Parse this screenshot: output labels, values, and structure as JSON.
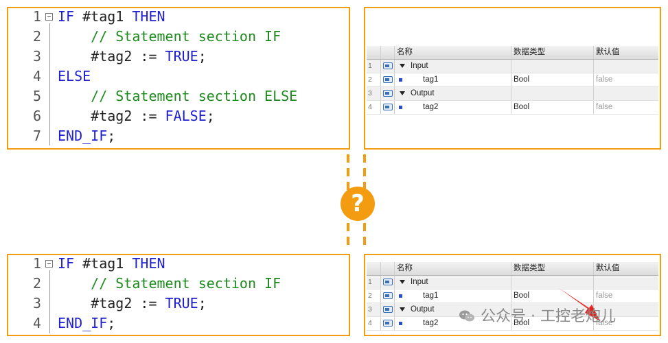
{
  "code_top": {
    "lines": [
      {
        "n": "1",
        "parts": [
          [
            "kw",
            "IF "
          ],
          [
            "tx",
            "#tag1 "
          ],
          [
            "kw",
            "THEN"
          ]
        ],
        "fold": true
      },
      {
        "n": "2",
        "parts": [
          [
            "tx",
            "    "
          ],
          [
            "cm",
            "// Statement section IF"
          ]
        ]
      },
      {
        "n": "3",
        "parts": [
          [
            "tx",
            "    #tag2 := "
          ],
          [
            "tv",
            "TRUE"
          ],
          [
            "tx",
            ";"
          ]
        ]
      },
      {
        "n": "4",
        "parts": [
          [
            "kw",
            "ELSE"
          ]
        ]
      },
      {
        "n": "5",
        "parts": [
          [
            "tx",
            "    "
          ],
          [
            "cm",
            "// Statement section ELSE"
          ]
        ]
      },
      {
        "n": "6",
        "parts": [
          [
            "tx",
            "    #tag2 := "
          ],
          [
            "tv",
            "FALSE"
          ],
          [
            "tx",
            ";"
          ]
        ]
      },
      {
        "n": "7",
        "parts": [
          [
            "kw",
            "END_IF"
          ],
          [
            "tx",
            ";"
          ]
        ]
      }
    ]
  },
  "code_bottom": {
    "lines": [
      {
        "n": "1",
        "parts": [
          [
            "kw",
            "IF "
          ],
          [
            "tx",
            "#tag1 "
          ],
          [
            "kw",
            "THEN"
          ]
        ],
        "fold": true
      },
      {
        "n": "2",
        "parts": [
          [
            "tx",
            "    "
          ],
          [
            "cm",
            "// Statement section IF"
          ]
        ]
      },
      {
        "n": "3",
        "parts": [
          [
            "tx",
            "    #tag2 := "
          ],
          [
            "tv",
            "TRUE"
          ],
          [
            "tx",
            ";"
          ]
        ]
      },
      {
        "n": "4",
        "parts": [
          [
            "kw",
            "END_IF"
          ],
          [
            "tx",
            ";"
          ]
        ]
      }
    ]
  },
  "table_headers": {
    "name": "名称",
    "type": "数据类型",
    "default": "默认值"
  },
  "table_top": [
    {
      "n": "1",
      "name": "Input",
      "type": "",
      "default": "",
      "section": true
    },
    {
      "n": "2",
      "name": "tag1",
      "type": "Bool",
      "default": "false",
      "section": false
    },
    {
      "n": "3",
      "name": "Output",
      "type": "",
      "default": "",
      "section": true
    },
    {
      "n": "4",
      "name": "tag2",
      "type": "Bool",
      "default": "false",
      "section": false
    }
  ],
  "table_bottom": [
    {
      "n": "1",
      "name": "Input",
      "type": "",
      "default": "",
      "section": true
    },
    {
      "n": "2",
      "name": "tag1",
      "type": "Bool",
      "default": "false",
      "section": false
    },
    {
      "n": "3",
      "name": "Output",
      "type": "",
      "default": "",
      "section": true
    },
    {
      "n": "4",
      "name": "tag2",
      "type": "Bool",
      "default": "false",
      "section": false
    }
  ],
  "question_mark": "?",
  "watermark": "公众号 · 工控老炮儿",
  "colors": {
    "accent": "#f39c12",
    "keyword": "#1f1fd0",
    "comment": "#1e8a1e",
    "arrow": "#e5241b"
  }
}
